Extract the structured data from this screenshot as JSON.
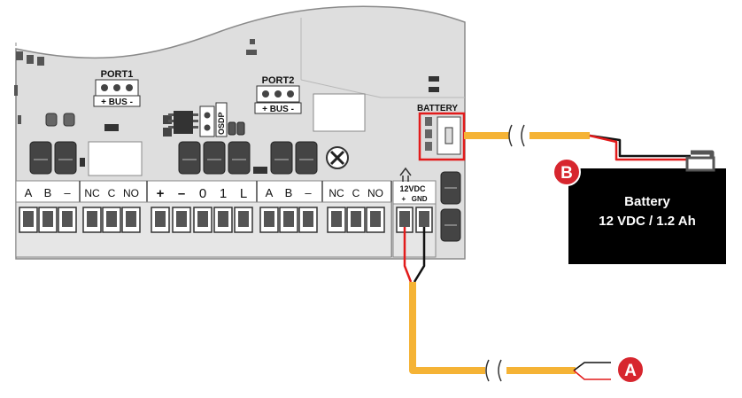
{
  "board": {
    "port1_label": "PORT1",
    "port2_label": "PORT2",
    "bus_label": "+ BUS -",
    "osdp_label": "OSDP",
    "battery_connector_label": "BATTERY",
    "power_label_line1": "12VDC",
    "power_label_line2": "+   GND",
    "terminal_groups": [
      [
        "A",
        "B",
        "–"
      ],
      [
        "NC",
        "C",
        "NO"
      ],
      [
        "+",
        "–",
        "0",
        "1",
        "L"
      ],
      [
        "A",
        "B",
        "–"
      ],
      [
        "NC",
        "C",
        "NO"
      ]
    ]
  },
  "battery": {
    "line1": "Battery",
    "line2": "12 VDC / 1.2 Ah"
  },
  "callouts": {
    "a": "A",
    "b": "B"
  },
  "colors": {
    "board": "#dedede",
    "relay": "#444444",
    "battery_body": "#000000",
    "wire_yellow": "#f5b335",
    "wire_red": "#e21b1b",
    "callout_red": "#d7262e",
    "highlight": "#e21b1b"
  }
}
